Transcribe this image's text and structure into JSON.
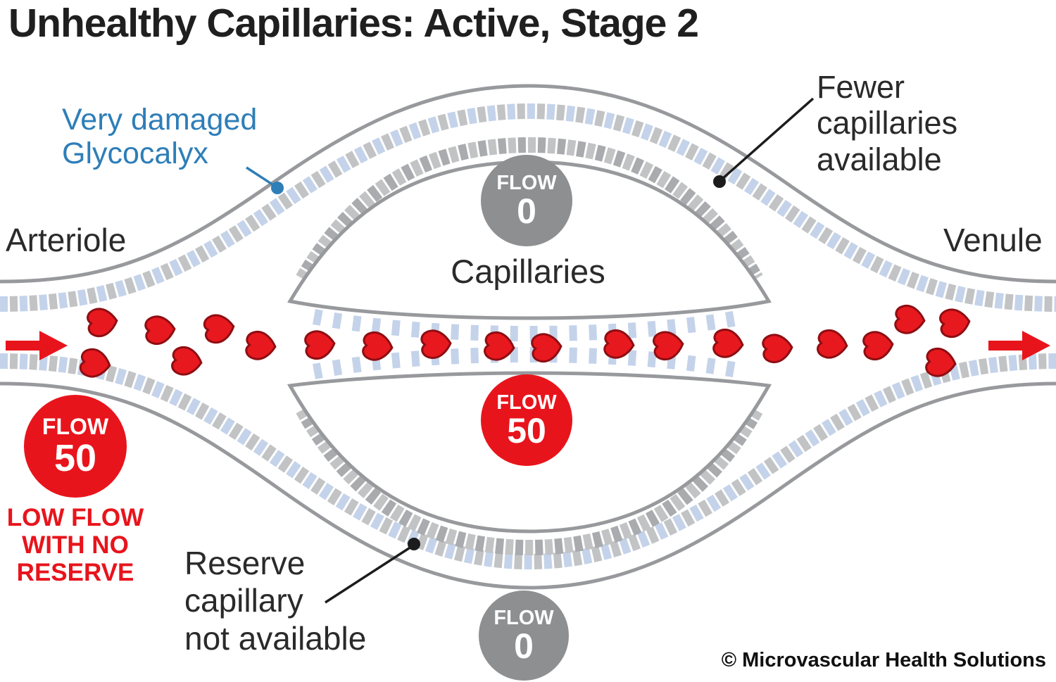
{
  "title": "Unhealthy Capillaries: Active, Stage 2",
  "labels": {
    "glycocalyx": "Very damaged\nGlycocalyx",
    "arteriole": "Arteriole",
    "venule": "Venule",
    "fewer_capillaries": "Fewer\ncapillaries\navailable",
    "capillaries": "Capillaries",
    "low_flow_warning": "LOW FLOW\nWITH NO\nRESERVE",
    "reserve_capillary": "Reserve\ncapillary\nnot available",
    "copyright": "© Microvascular Health Solutions"
  },
  "badges": {
    "top": {
      "label": "FLOW",
      "value": "0"
    },
    "middle": {
      "label": "FLOW",
      "value": "50"
    },
    "bottom": {
      "label": "FLOW",
      "value": "0"
    },
    "left": {
      "label": "FLOW",
      "value": "50"
    }
  },
  "colors": {
    "accent_red": "#e8141c",
    "badge_gray": "#8e8f91",
    "label_blue": "#2e7eb8",
    "wall_gray": "#97999c",
    "glycocalyx_tick_blue": "#c4d3ea",
    "glycocalyx_tick_gray": "#c2c3c5",
    "rbc_fill": "#e8181f",
    "rbc_outline": "#8e0e12"
  }
}
